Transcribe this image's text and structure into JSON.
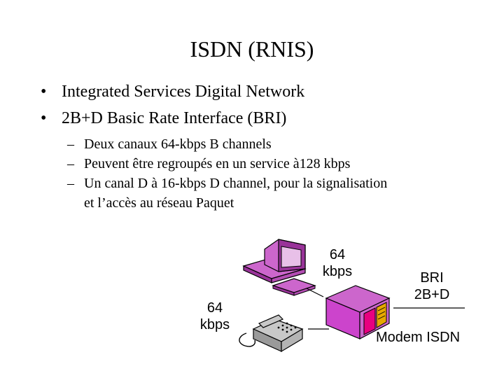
{
  "title": "ISDN (RNIS)",
  "bullets": [
    "Integrated Services Digital Network",
    "2B+D Basic Rate Interface (BRI)"
  ],
  "sub_bullets": [
    {
      "line1": "Deux canaux 64-kbps B channels",
      "line2": ""
    },
    {
      "line1": "Peuvent être regroupés en un service à128 kbps",
      "line2": ""
    },
    {
      "line1": "Un canal D à 16-kbps D channel, pour la signalisation",
      "line2": "et l’accès au réseau Paquet"
    }
  ],
  "diagram": {
    "computer_label_1": "64",
    "computer_label_2": "kbps",
    "phone_label_1": "64",
    "phone_label_2": "kbps",
    "bri_label_1": "BRI",
    "bri_label_2": "2B+D",
    "modem_label": "Modem ISDN",
    "colors": {
      "computer": "#cc66cc",
      "modem": "#cc66cc",
      "modem_front": "#e80080",
      "modem_side": "#e6a800",
      "phone": "#c8c8c8"
    }
  }
}
